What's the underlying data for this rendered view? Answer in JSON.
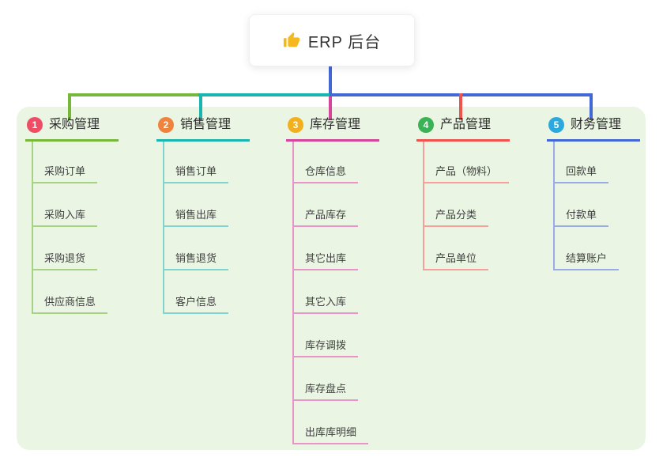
{
  "root": {
    "title": "ERP 后台",
    "icon": "thumbs-up",
    "icon_color": "#f5b81f"
  },
  "panel": {
    "background": "#eaf6e3"
  },
  "connector_root_color": "#4467d6",
  "branches": [
    {
      "key": "purchase",
      "num": "1",
      "title": "采购管理",
      "badge_color": "#ee4e63",
      "line_color": "#76b73c",
      "light_color": "#a6d383",
      "children": [
        "采购订单",
        "采购入库",
        "采购退货",
        "供应商信息"
      ]
    },
    {
      "key": "sales",
      "num": "2",
      "title": "销售管理",
      "badge_color": "#ef823d",
      "line_color": "#1ab5ae",
      "light_color": "#82d3cd",
      "children": [
        "销售订单",
        "销售出库",
        "销售退货",
        "客户信息"
      ]
    },
    {
      "key": "inventory",
      "num": "3",
      "title": "库存管理",
      "badge_color": "#f2b01e",
      "line_color": "#d6459c",
      "light_color": "#e894c6",
      "children": [
        "仓库信息",
        "产品库存",
        "其它出库",
        "其它入库",
        "库存调拨",
        "库存盘点",
        "出库库明细"
      ]
    },
    {
      "key": "product",
      "num": "4",
      "title": "产品管理",
      "badge_color": "#39b355",
      "line_color": "#f0534e",
      "light_color": "#f5a09b",
      "children": [
        "产品（物料）",
        "产品分类",
        "产品单位"
      ]
    },
    {
      "key": "finance",
      "num": "5",
      "title": "财务管理",
      "badge_color": "#2ba9de",
      "line_color": "#4467d6",
      "light_color": "#9aace6",
      "children": [
        "回款单",
        "付款单",
        "结算账户"
      ]
    }
  ]
}
